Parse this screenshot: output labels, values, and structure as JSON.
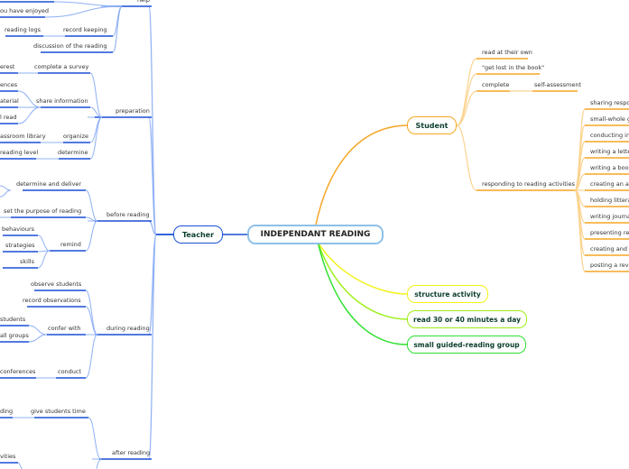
{
  "central": {
    "label": "INDEPENDANT READING"
  },
  "teacher": {
    "label": "Teacher",
    "branches": [
      {
        "label": "help",
        "children": [
          {
            "label": ""
          },
          {
            "label": "ou have enjoyed"
          },
          {
            "label": "record keeping",
            "children": [
              {
                "label": "reading logs"
              }
            ]
          },
          {
            "label": "discussion of the reading"
          }
        ]
      },
      {
        "label": "preparation",
        "children": [
          {
            "label": "complete a survey",
            "children": [
              {
                "label": "erest"
              }
            ]
          },
          {
            "label": "share information",
            "children": [
              {
                "label": "ences"
              },
              {
                "label": "aterial"
              },
              {
                "label": "l read"
              }
            ]
          },
          {
            "label": "organize",
            "children": [
              {
                "label": "assroom library"
              }
            ]
          },
          {
            "label": "determine",
            "children": [
              {
                "label": "reading level"
              }
            ]
          }
        ]
      },
      {
        "label": "before reading",
        "children": [
          {
            "label": "determine and deliver"
          },
          {
            "label": "set the purpose of reading"
          },
          {
            "label": "remind",
            "children": [
              {
                "label": "behaviours"
              },
              {
                "label": "strategies"
              },
              {
                "label": "skills"
              }
            ]
          }
        ]
      },
      {
        "label": "during reading",
        "children": [
          {
            "label": "observe students"
          },
          {
            "label": "record observations"
          },
          {
            "label": "confer with",
            "children": [
              {
                "label": "students"
              },
              {
                "label": "all groups"
              }
            ]
          },
          {
            "label": "conduct",
            "children": [
              {
                "label": "conferences"
              }
            ]
          }
        ]
      },
      {
        "label": "after reading",
        "children": [
          {
            "label": "give students time",
            "children": [
              {
                "label": "ding"
              }
            ]
          },
          {
            "label": "vities"
          }
        ]
      }
    ]
  },
  "student": {
    "label": "Student",
    "branches": [
      {
        "label": "read at their own"
      },
      {
        "label": "\"get lost in the book\""
      },
      {
        "label": "complete",
        "children": [
          {
            "label": "self-assessment"
          }
        ]
      },
      {
        "label": "responding to reading activities",
        "children": [
          {
            "label": "sharing respons"
          },
          {
            "label": "small-whole gro"
          },
          {
            "label": "conducting in-r"
          },
          {
            "label": "writing a letter"
          },
          {
            "label": "writing a book r"
          },
          {
            "label": "creating an alte"
          },
          {
            "label": "holding litterat"
          },
          {
            "label": "writing journal"
          },
          {
            "label": "presenting read"
          },
          {
            "label": "creating and re"
          },
          {
            "label": "posting a review"
          }
        ]
      }
    ]
  },
  "other_topics": [
    {
      "label": "structure activity",
      "color": "#f2f21a"
    },
    {
      "label": "read 30 or 40 minutes a day",
      "color": "#9ef01a"
    },
    {
      "label": "small guided-reading group",
      "color": "#2fe02f"
    }
  ],
  "colors": {
    "teacher": "#1a4fd6",
    "teacher_light": "#8fb0f5",
    "student": "#f5a623",
    "student_light": "#fbd38f",
    "central_border": "#8fc0e8"
  }
}
